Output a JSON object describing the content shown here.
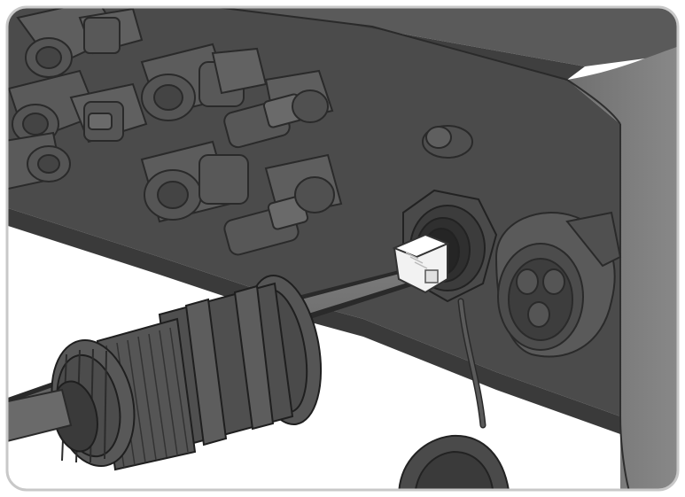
{
  "illustration": {
    "subject": "",
    "components": [
      {
        "name": "inverter-housing"
      },
      {
        "name": "dc-connectors"
      },
      {
        "name": "rj45-network-port"
      },
      {
        "name": "network-cable-with-gland"
      },
      {
        "name": "protective-cap"
      },
      {
        "name": "round-ac-connector"
      },
      {
        "name": "ventilation-valve"
      }
    ],
    "colors": {
      "background": "#ffffff",
      "frame_border": "#c8c8c8",
      "housing_dark": "#4b4b4b",
      "housing_shadow": "#3a3a3a",
      "housing_light": "#6e6e6e",
      "side_panel": "#7a7a7a",
      "side_panel_light": "#8f8f8f",
      "connector": "#5a5a5a",
      "connector_edge": "#2a2a2a",
      "cable": "#6a6a6a",
      "plug_white": "#f2f2f2"
    }
  }
}
